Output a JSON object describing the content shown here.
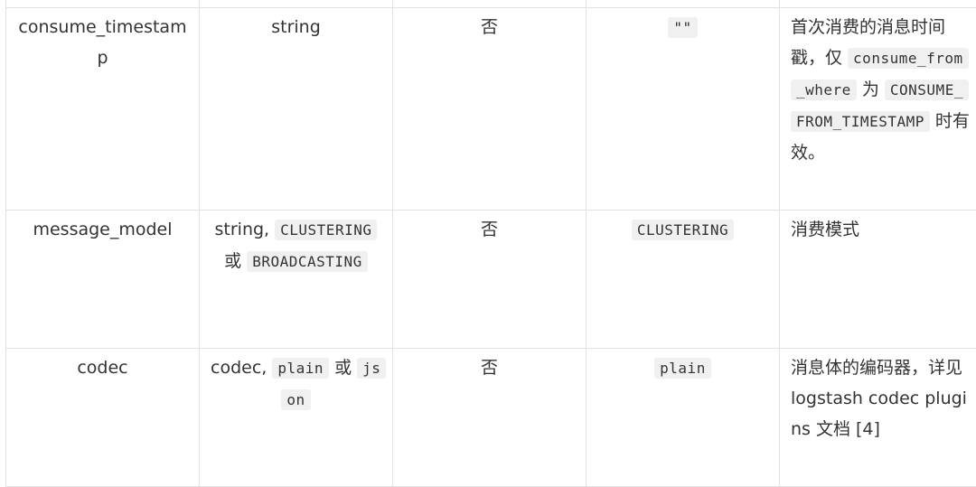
{
  "rows": [
    {
      "name": "consume_timestamp",
      "type": "string",
      "required": "否",
      "default": "\"\"",
      "desc": {
        "t1": "首次消费的消息时间戳，仅 ",
        "c1": "consume_from_where",
        "t2": " 为 ",
        "c2": "CONSUME_FROM_TIMESTAMP",
        "t3": " 时有效。"
      }
    },
    {
      "name": "message_model",
      "type": {
        "t1": "string, ",
        "c1": "CLUSTERING",
        "t2": " 或 ",
        "c2": "BROADCASTING"
      },
      "required": "否",
      "default": "CLUSTERING",
      "desc": "消费模式"
    },
    {
      "name": "codec",
      "type": {
        "t1": "codec, ",
        "c1": "plain",
        "t2": " 或 ",
        "c2": "json"
      },
      "required": "否",
      "default": "plain",
      "desc": "消息体的编码器，详见 logstash codec plugins 文档 [4]"
    }
  ]
}
